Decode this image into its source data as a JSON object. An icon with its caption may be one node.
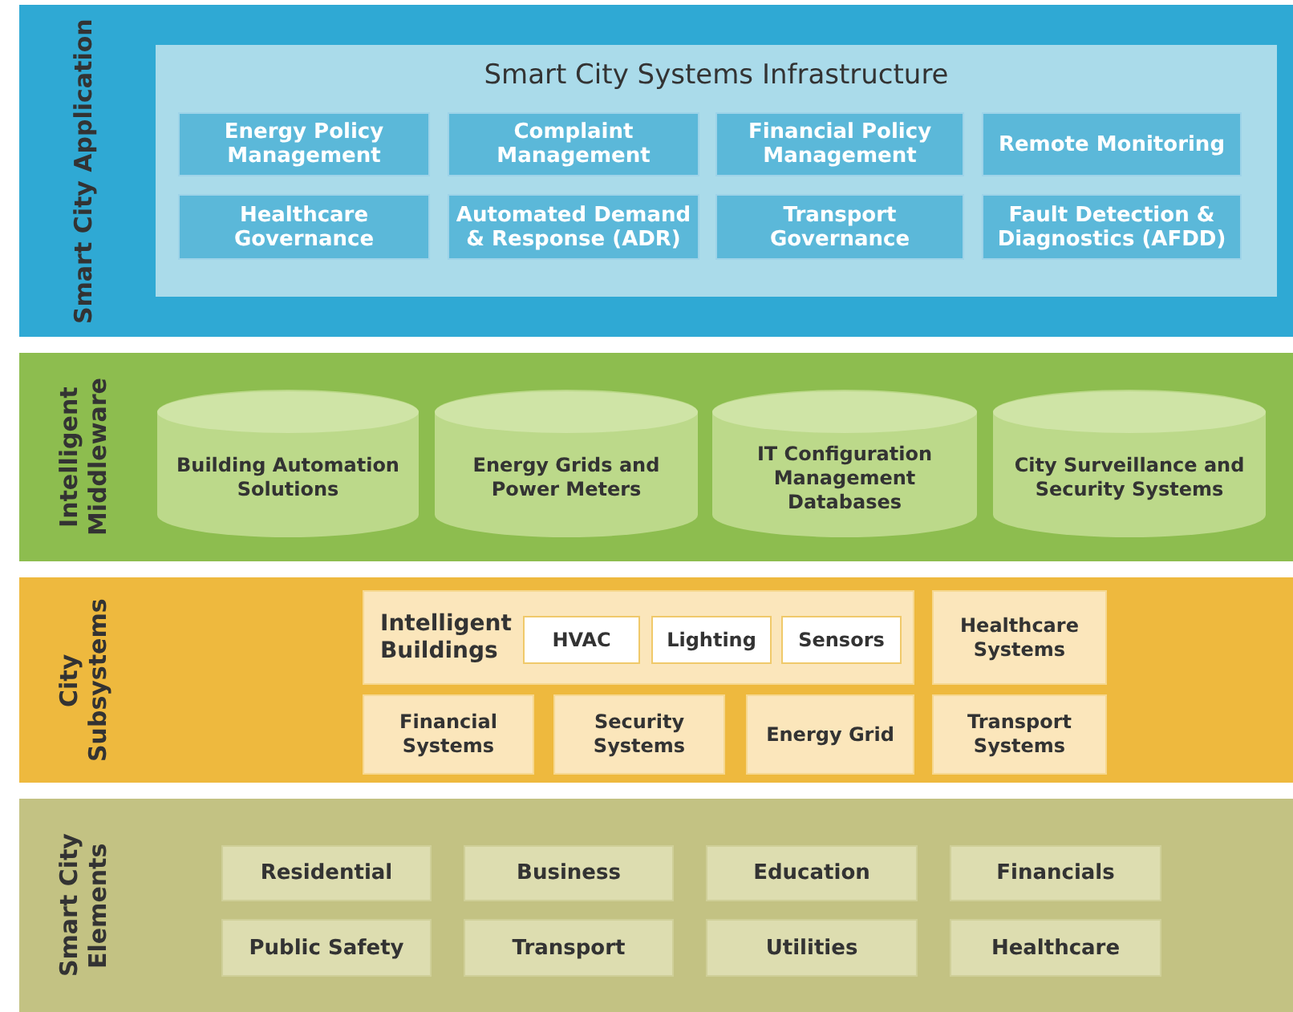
{
  "diagram": {
    "nodes": [
      {
        "text": [
          "Smart City Application"
        ]
      },
      {
        "text": [
          "Smart City Systems Infrastructure"
        ],
        "in": 0
      },
      {
        "text": [
          "Energy Policy Management"
        ],
        "in": 1
      },
      {
        "text": [
          "Complaint Management"
        ],
        "in": 1
      },
      {
        "text": [
          "Financial Policy Management"
        ],
        "in": 1
      },
      {
        "text": [
          "Remote Monitoring"
        ],
        "in": 1
      },
      {
        "text": [
          "Healthcare Governance"
        ],
        "in": 1
      },
      {
        "text": [
          "Automated Demand & Response (ADR)"
        ],
        "in": 1
      },
      {
        "text": [
          "Transport Governance"
        ],
        "in": 1
      },
      {
        "text": [
          "Fault Detection & Diagnostics (AFDD)"
        ],
        "in": 1
      },
      {
        "text": [
          "Intelligent Middleware"
        ]
      },
      {
        "text": [
          "Building Automation Solutions"
        ],
        "in": 10
      },
      {
        "text": [
          "Energy Grids and Power Meters"
        ],
        "in": 10
      },
      {
        "text": [
          "IT Configuration Management Databases"
        ],
        "in": 10
      },
      {
        "text": [
          "City Surveillance and Security Systems"
        ],
        "in": 10
      },
      {
        "text": [
          "City Subsystems"
        ]
      },
      {
        "text": [
          "Intelligent Buildings"
        ],
        "in": 15
      },
      {
        "text": [
          "HVAC"
        ],
        "in": 16
      },
      {
        "text": [
          "Lighting"
        ],
        "in": 16
      },
      {
        "text": [
          "Sensors"
        ],
        "in": 16
      },
      {
        "text": [
          "Healthcare Systems"
        ],
        "in": 15
      },
      {
        "text": [
          "Financial Systems"
        ],
        "in": 15
      },
      {
        "text": [
          "Security Systems"
        ],
        "in": 15
      },
      {
        "text": [
          "Energy Grid"
        ],
        "in": 15
      },
      {
        "text": [
          "Transport Systems"
        ],
        "in": 15
      },
      {
        "text": [
          "Smart City Elements"
        ]
      },
      {
        "text": [
          "Residential"
        ],
        "in": 25
      },
      {
        "text": [
          "Business"
        ],
        "in": 25
      },
      {
        "text": [
          "Education"
        ],
        "in": 25
      },
      {
        "text": [
          "Financials"
        ],
        "in": 25
      },
      {
        "text": [
          "Public Safety"
        ],
        "in": 25
      },
      {
        "text": [
          "Transport"
        ],
        "in": 25
      },
      {
        "text": [
          "Utilities"
        ],
        "in": 25
      },
      {
        "text": [
          "Healthcare"
        ],
        "in": 25
      }
    ]
  }
}
